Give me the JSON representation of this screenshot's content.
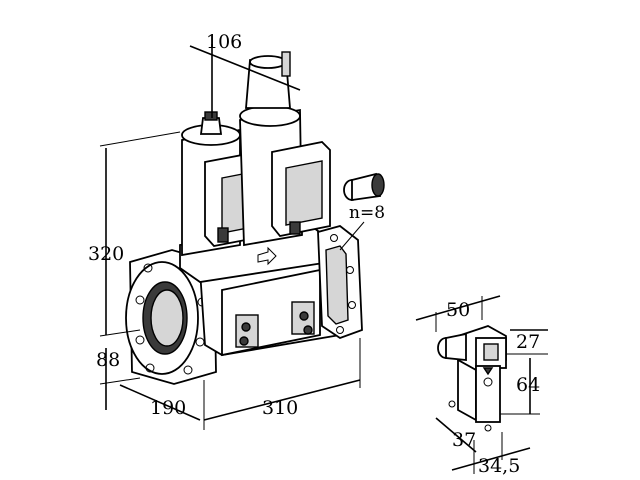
{
  "dimensions": {
    "top_width": "106",
    "height_main": "320",
    "height_lower": "88",
    "depth_left": "190",
    "length": "310",
    "count": "n=8",
    "switch_width": "50",
    "switch_top": "27",
    "switch_height": "64",
    "switch_base": "37",
    "switch_depth": "34,5"
  }
}
